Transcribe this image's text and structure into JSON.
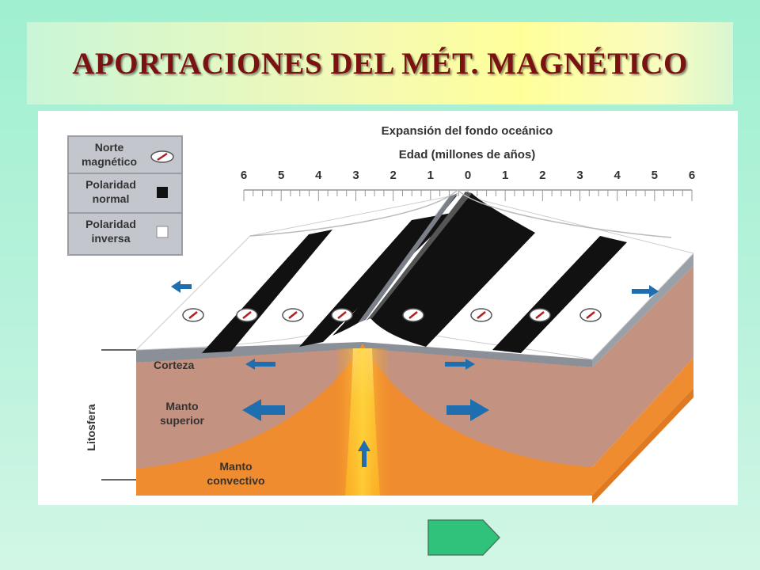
{
  "title": "APORTACIONES DEL MÉT. MAGNÉTICO",
  "diagram": {
    "heading": "Expansión del fondo oceánico",
    "axis_label": "Edad (millones de años)",
    "ticks": [
      "6",
      "5",
      "4",
      "3",
      "2",
      "1",
      "0",
      "1",
      "2",
      "3",
      "4",
      "5",
      "6"
    ],
    "legend": {
      "north_label_1": "Norte",
      "north_label_2": "magnético",
      "normal_label_1": "Polaridad",
      "normal_label_2": "normal",
      "reverse_label_1": "Polaridad",
      "reverse_label_2": "inversa"
    },
    "labels": {
      "crust": "Corteza",
      "upper_mantle_1": "Manto",
      "upper_mantle_2": "superior",
      "convective_mantle_1": "Manto",
      "convective_mantle_2": "convectivo",
      "lithosphere": "Litosfera"
    }
  },
  "colors": {
    "title": "#7a1212",
    "next_button": "#2ec27a"
  }
}
